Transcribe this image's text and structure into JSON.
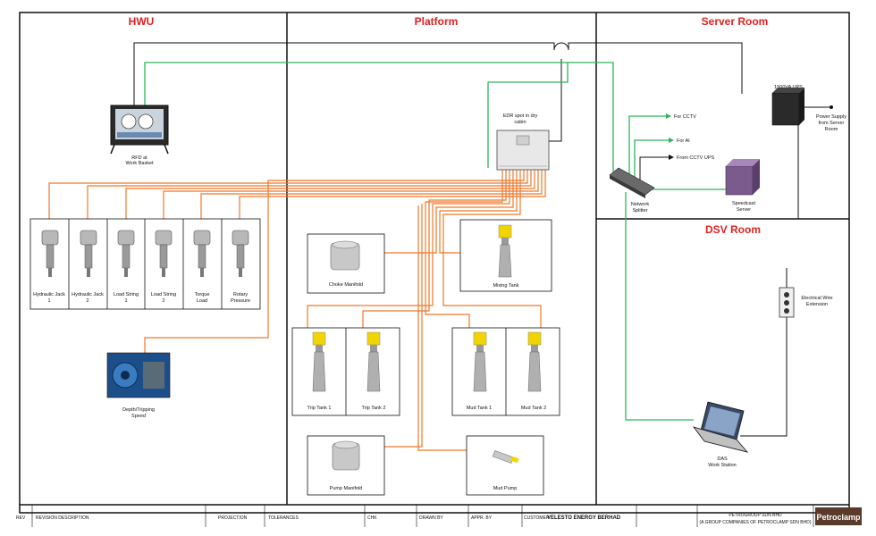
{
  "zones": {
    "hwu": "HWU",
    "platform": "Platform",
    "server_room": "Server Room",
    "dsv_room": "DSV Room"
  },
  "devices": {
    "rfd": [
      "RFD at",
      "Work Basket"
    ],
    "edr": [
      "EDR spot in dry",
      "cabin"
    ],
    "ups": "1500VA UPS",
    "power_supply": [
      "Power Supply",
      "from Server",
      "Room"
    ],
    "for_cctv": "For CCTV",
    "for_ai": "For AI",
    "from_cctv_ups": "From CCTV UPS",
    "network_splitter": [
      "Network",
      "Splitter"
    ],
    "speedcast_server": [
      "Speedcast",
      "Server"
    ],
    "electrical_wire": [
      "Electrical Wire",
      "Extension"
    ],
    "das_work_station": [
      "DAS",
      "Work Station"
    ],
    "depth_tripping": [
      "Depth/Tripping",
      "Speed"
    ],
    "choke_manifold": "Choke Manifold",
    "mixing_tank": "Mixing Tank",
    "pump_manifold": "Pump Manifold",
    "mud_pump": "Mud Pump"
  },
  "sensors": [
    [
      "Hydraulic Jack",
      "1"
    ],
    [
      "Hydraulic Jack",
      "2"
    ],
    [
      "Load String",
      "1"
    ],
    [
      "Load String",
      "2"
    ],
    [
      "Torque",
      "Load"
    ],
    [
      "Rotary",
      "Pressure"
    ]
  ],
  "tanks": [
    "Trip Tank 1",
    "Trip Tank 2",
    "Mud Tank 1",
    "Mud Tank 2"
  ],
  "title_block": {
    "rev": "REV",
    "revision_description": "REVISION DESCRIPTION",
    "projection": "PROJECTION",
    "tolerances": "TOLERANCES",
    "chk": "CHK",
    "drawn_by": "DRAWN BY",
    "appr_by": "APPR. BY",
    "customer": "CUSTOMER",
    "customer_name": "VELESTO ENERGY BERHAD",
    "company": "PETROGROUP SDN BHD",
    "company_sub": "(A GROUP COMPANIES OF PETROCLAMP SDN BHD)",
    "logo": "Petroclamp"
  },
  "colors": {
    "data_line": "#f07828",
    "network_line": "#2fb35a",
    "power_line": "#111111",
    "title": "#e02020"
  }
}
